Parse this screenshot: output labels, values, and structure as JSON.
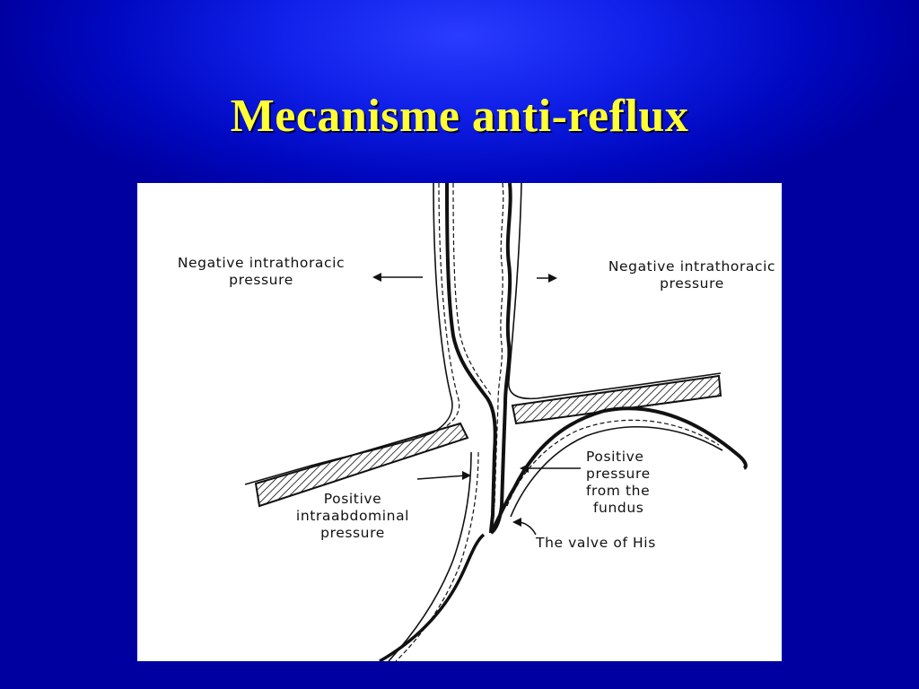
{
  "slide": {
    "title": "Mecanisme anti-reflux",
    "background_color": "#0000a8",
    "title_color": "#ffff33"
  },
  "diagram": {
    "labels": {
      "left_negative_line1": "Negative intrathoracic",
      "left_negative_line2": "pressure",
      "right_negative_line1": "Negative intrathoracic",
      "right_negative_line2": "pressure",
      "positive_abd_line1": "Positive",
      "positive_abd_line2": "intraabdominal",
      "positive_abd_line3": "pressure",
      "fundus_line1": "Positive",
      "fundus_line2": "pressure",
      "fundus_line3": "from the",
      "fundus_line4": "fundus",
      "valve": "The valve of His"
    }
  }
}
